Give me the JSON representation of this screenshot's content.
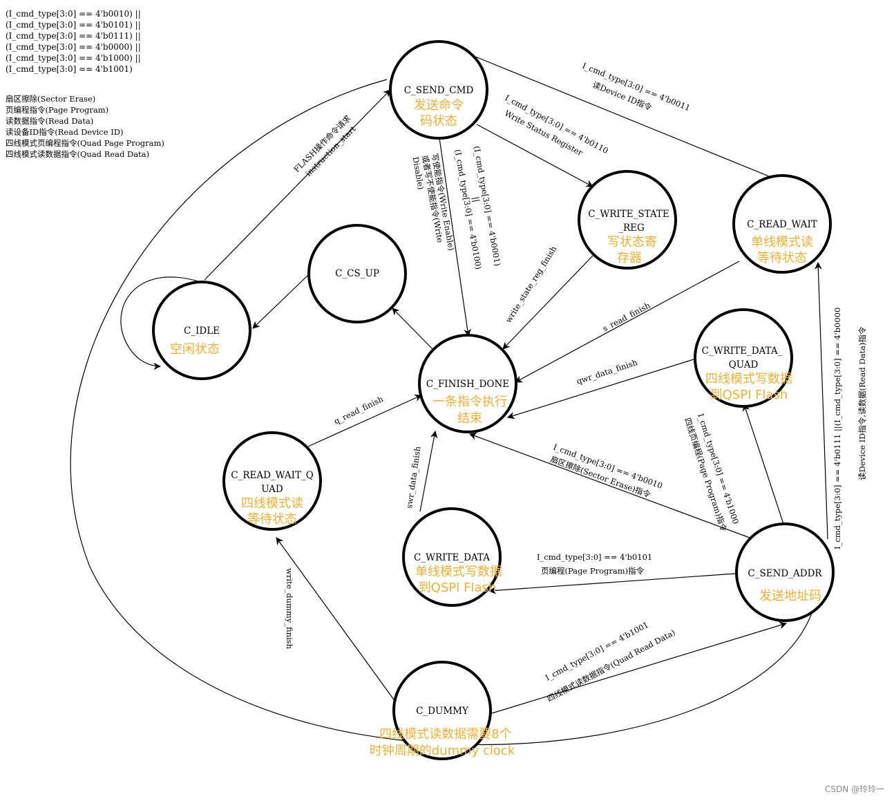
{
  "conditions": [
    "(I_cmd_type[3:0] == 4'b0010) ||",
    "(I_cmd_type[3:0] == 4'b0101) ||",
    "(I_cmd_type[3:0] == 4'b0111) ||",
    "(I_cmd_type[3:0] == 4'b0000) ||",
    "(I_cmd_type[3:0] == 4'b1000) ||",
    "(I_cmd_type[3:0] == 4'b1001)"
  ],
  "commands": [
    "扇区擦除(Sector Erase)",
    "页编程指令(Page Program)",
    "读数据指令(Read Data)",
    "读设备ID指令(Read Device ID)",
    "四线模式页编程指令(Quad Page Program)",
    "四线模式读数据指令(Quad Read Data)"
  ],
  "states": {
    "send_cmd": {
      "name": "C_SEND_CMD",
      "desc": [
        "发送命令",
        "码状态"
      ]
    },
    "idle": {
      "name": "C_IDLE",
      "desc": [
        "空闲状态"
      ]
    },
    "cs_up": {
      "name": "C_CS_UP",
      "desc": []
    },
    "write_state_reg": {
      "name": [
        "C_WRITE_STATE",
        "_REG"
      ],
      "desc": [
        "写状态寄",
        "存器"
      ]
    },
    "read_wait": {
      "name": "C_READ_WAIT",
      "desc": [
        "单线模式读",
        "等待状态"
      ]
    },
    "finish_done": {
      "name": "C_FINISH_DONE",
      "desc": [
        "一条指令执行",
        "结束"
      ]
    },
    "write_data_quad": {
      "name": [
        "C_WRITE_DATA_",
        "QUAD"
      ],
      "desc": [
        "四线模式写数据",
        "到QSPI Flash"
      ]
    },
    "read_wait_quad": {
      "name": [
        "C_READ_WAIT_Q",
        "UAD"
      ],
      "desc": [
        "四线模式读",
        "等待状态"
      ]
    },
    "write_data": {
      "name": "C_WRITE_DATA",
      "desc": [
        "单线模式写数据",
        "到QSPI Flash"
      ]
    },
    "send_addr": {
      "name": "C_SEND_ADDR",
      "desc": [
        "发送地址码"
      ]
    },
    "dummy": {
      "name": "C_DUMMY",
      "desc": [
        "四线模式读数据需要8个",
        "时钟周期的dummy clock"
      ]
    }
  },
  "transitions": {
    "idle_to_cmd": [
      "FLASH操作命令请求",
      "instruction_start"
    ],
    "cmd_to_read_wait": [
      "I_cmd_type[3:0] == 4'b0011",
      "读Device ID指令"
    ],
    "cmd_to_wsr": [
      "I_cmd_type[3:0] == 4'b0110",
      "Write Status Register"
    ],
    "cmd_to_finish": [
      "(I_cmd_type[3:0] == 4'b0001)",
      "||",
      "(I_cmd_type[3:0] == 4'b0100)",
      "写使能指令(Write Enable)",
      "或者写不使能指令(Write",
      "Disable)"
    ],
    "wsr_to_finish": "write_state_reg_finish",
    "read_wait_to_finish": "s_read_finish",
    "wdq_to_finish": "qwr_data_finish",
    "rwq_to_finish": "q_read_finish",
    "wd_to_finish": "swr_data_finish",
    "addr_to_finish": [
      "I_cmd_type[3:0] == 4'b0010",
      "扇区擦除(Sector Erase)指令"
    ],
    "addr_to_wdq": [
      "I_cmd_type[3:0] == 4'b1000",
      "四线页编程(Page Program)指令"
    ],
    "addr_to_wd": [
      "I_cmd_type[3:0] == 4'b0101",
      "页编程(Page Program)指令"
    ],
    "addr_to_read_wait": [
      "I_cmd_type[3:0] == 4'b0111 ||(I_cmd_type[3:0] == 4'b0000",
      "读Device ID指令,读数据(Read Data)指令"
    ],
    "dummy_to_addr": [
      "I_cmd_type[3:0] == 4'b1001",
      "四线模式读数据指令(Quad Read Data)"
    ],
    "dummy_to_rwq": "write_dummy_finish"
  },
  "watermark": "CSDN @玲玲一"
}
